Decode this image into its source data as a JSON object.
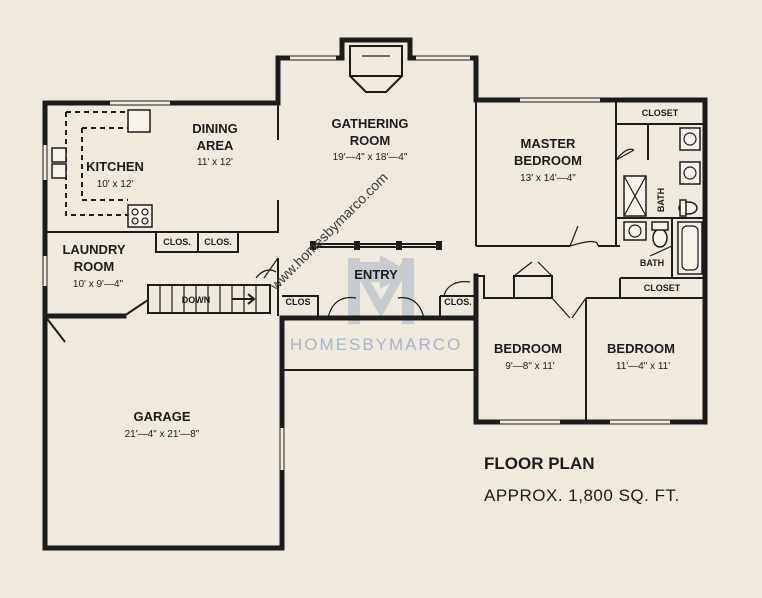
{
  "rooms": {
    "kitchen": {
      "name": "KITCHEN",
      "dims": "10' x 12'"
    },
    "dining": {
      "name1": "DINING",
      "name2": "AREA",
      "dims": "11' x 12'"
    },
    "gathering": {
      "name1": "GATHERING",
      "name2": "ROOM",
      "dims": "19'—4\" x 18'—4\""
    },
    "master": {
      "name1": "MASTER",
      "name2": "BEDROOM",
      "dims": "13' x 14'—4\""
    },
    "laundry": {
      "name1": "LAUNDRY",
      "name2": "ROOM",
      "dims": "10' x 9'—4\""
    },
    "entry": {
      "name": "ENTRY"
    },
    "garage": {
      "name": "GARAGE",
      "dims": "21'—4\" x 21'—8\""
    },
    "bedroom2": {
      "name": "BEDROOM",
      "dims": "9'—8\" x 11'"
    },
    "bedroom3": {
      "name": "BEDROOM",
      "dims": "11'—4\" x 11'"
    },
    "bath1": {
      "name": "BATH"
    },
    "bath2": {
      "name": "BATH"
    }
  },
  "labels": {
    "closet_master": "CLOSET",
    "closet_bedroom": "CLOSET",
    "clos_kitchen_1": "CLOS.",
    "clos_kitchen_2": "CLOS.",
    "clos_entry_left": "CLOS",
    "clos_entry_right": "CLOS.",
    "stairs": "DOWN"
  },
  "watermark": {
    "diagonal_text": "www.homesbymarco.com",
    "brand_text": "HOMESBYMARCO",
    "brand_color": "#a7b6c8"
  },
  "title": {
    "main": "FLOOR PLAN",
    "sub": "APPROX. 1,800 SQ. FT."
  },
  "colors": {
    "paper": "#efe9de",
    "ink": "#1c1c1c"
  }
}
